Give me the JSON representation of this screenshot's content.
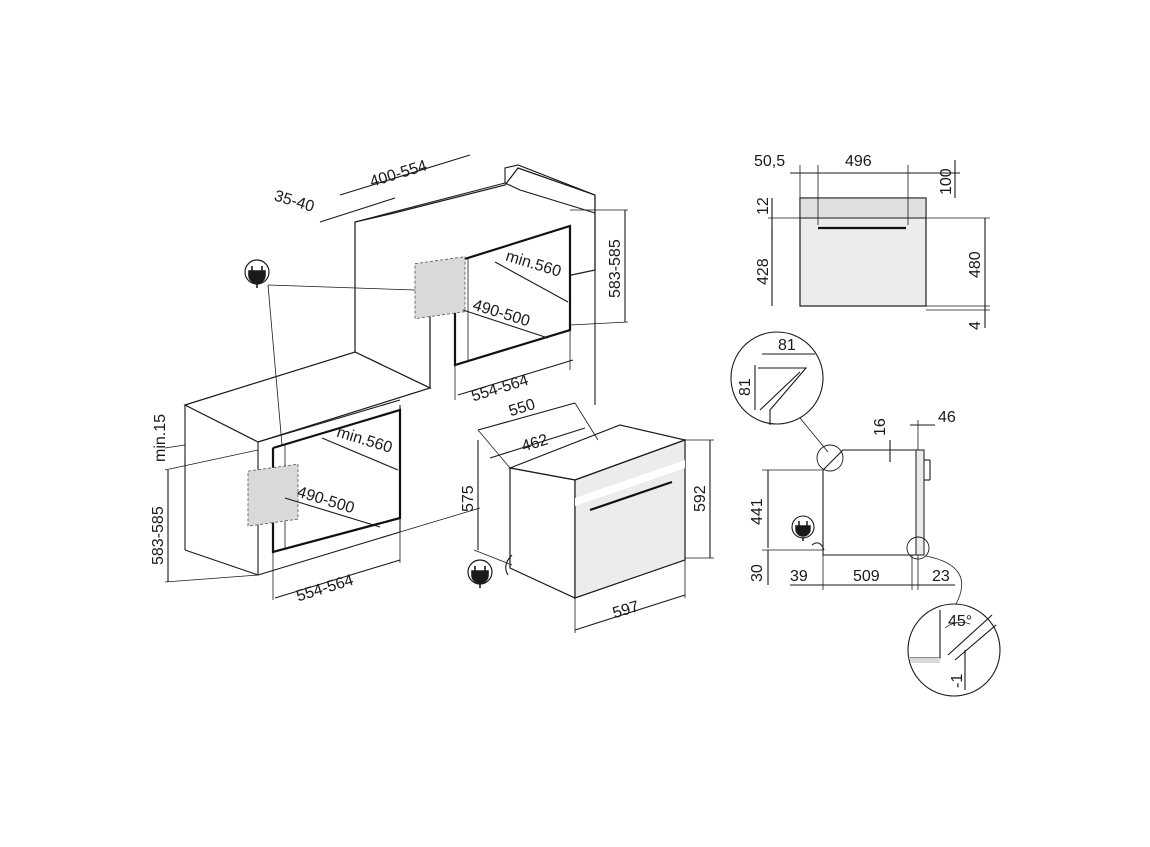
{
  "colors": {
    "line": "#1a1a1a",
    "socket": "#d9d9d9",
    "oven_face": "#ececec"
  },
  "icons": {
    "plug": "plug-icon"
  },
  "tall_cabinet": {
    "depth_range": "400-554",
    "rear_gap": "35-40",
    "height_range": "583-585",
    "min_depth": "min.560",
    "niche_width": "490-500",
    "niche_span": "554-564"
  },
  "base_cabinet": {
    "top_gap": "min.15",
    "height_range": "583-585",
    "min_depth": "min.560",
    "niche_width": "490-500",
    "niche_span": "554-564"
  },
  "oven": {
    "depth": "550",
    "body_depth": "462",
    "height_body": "575",
    "height_front": "592",
    "width": "597"
  },
  "front_view": {
    "left_offset": "50,5",
    "width": "496",
    "top": "100",
    "gap_top": "12",
    "inner_height": "428",
    "height": "480",
    "bottom": "4"
  },
  "side_view": {
    "detail_81_h": "81",
    "detail_81_v": "81",
    "top_gap": "16",
    "door": "46",
    "height": "441",
    "bottom": "30",
    "front": "39",
    "depth": "509",
    "back": "23",
    "angle": "45°",
    "offset": "-1"
  }
}
